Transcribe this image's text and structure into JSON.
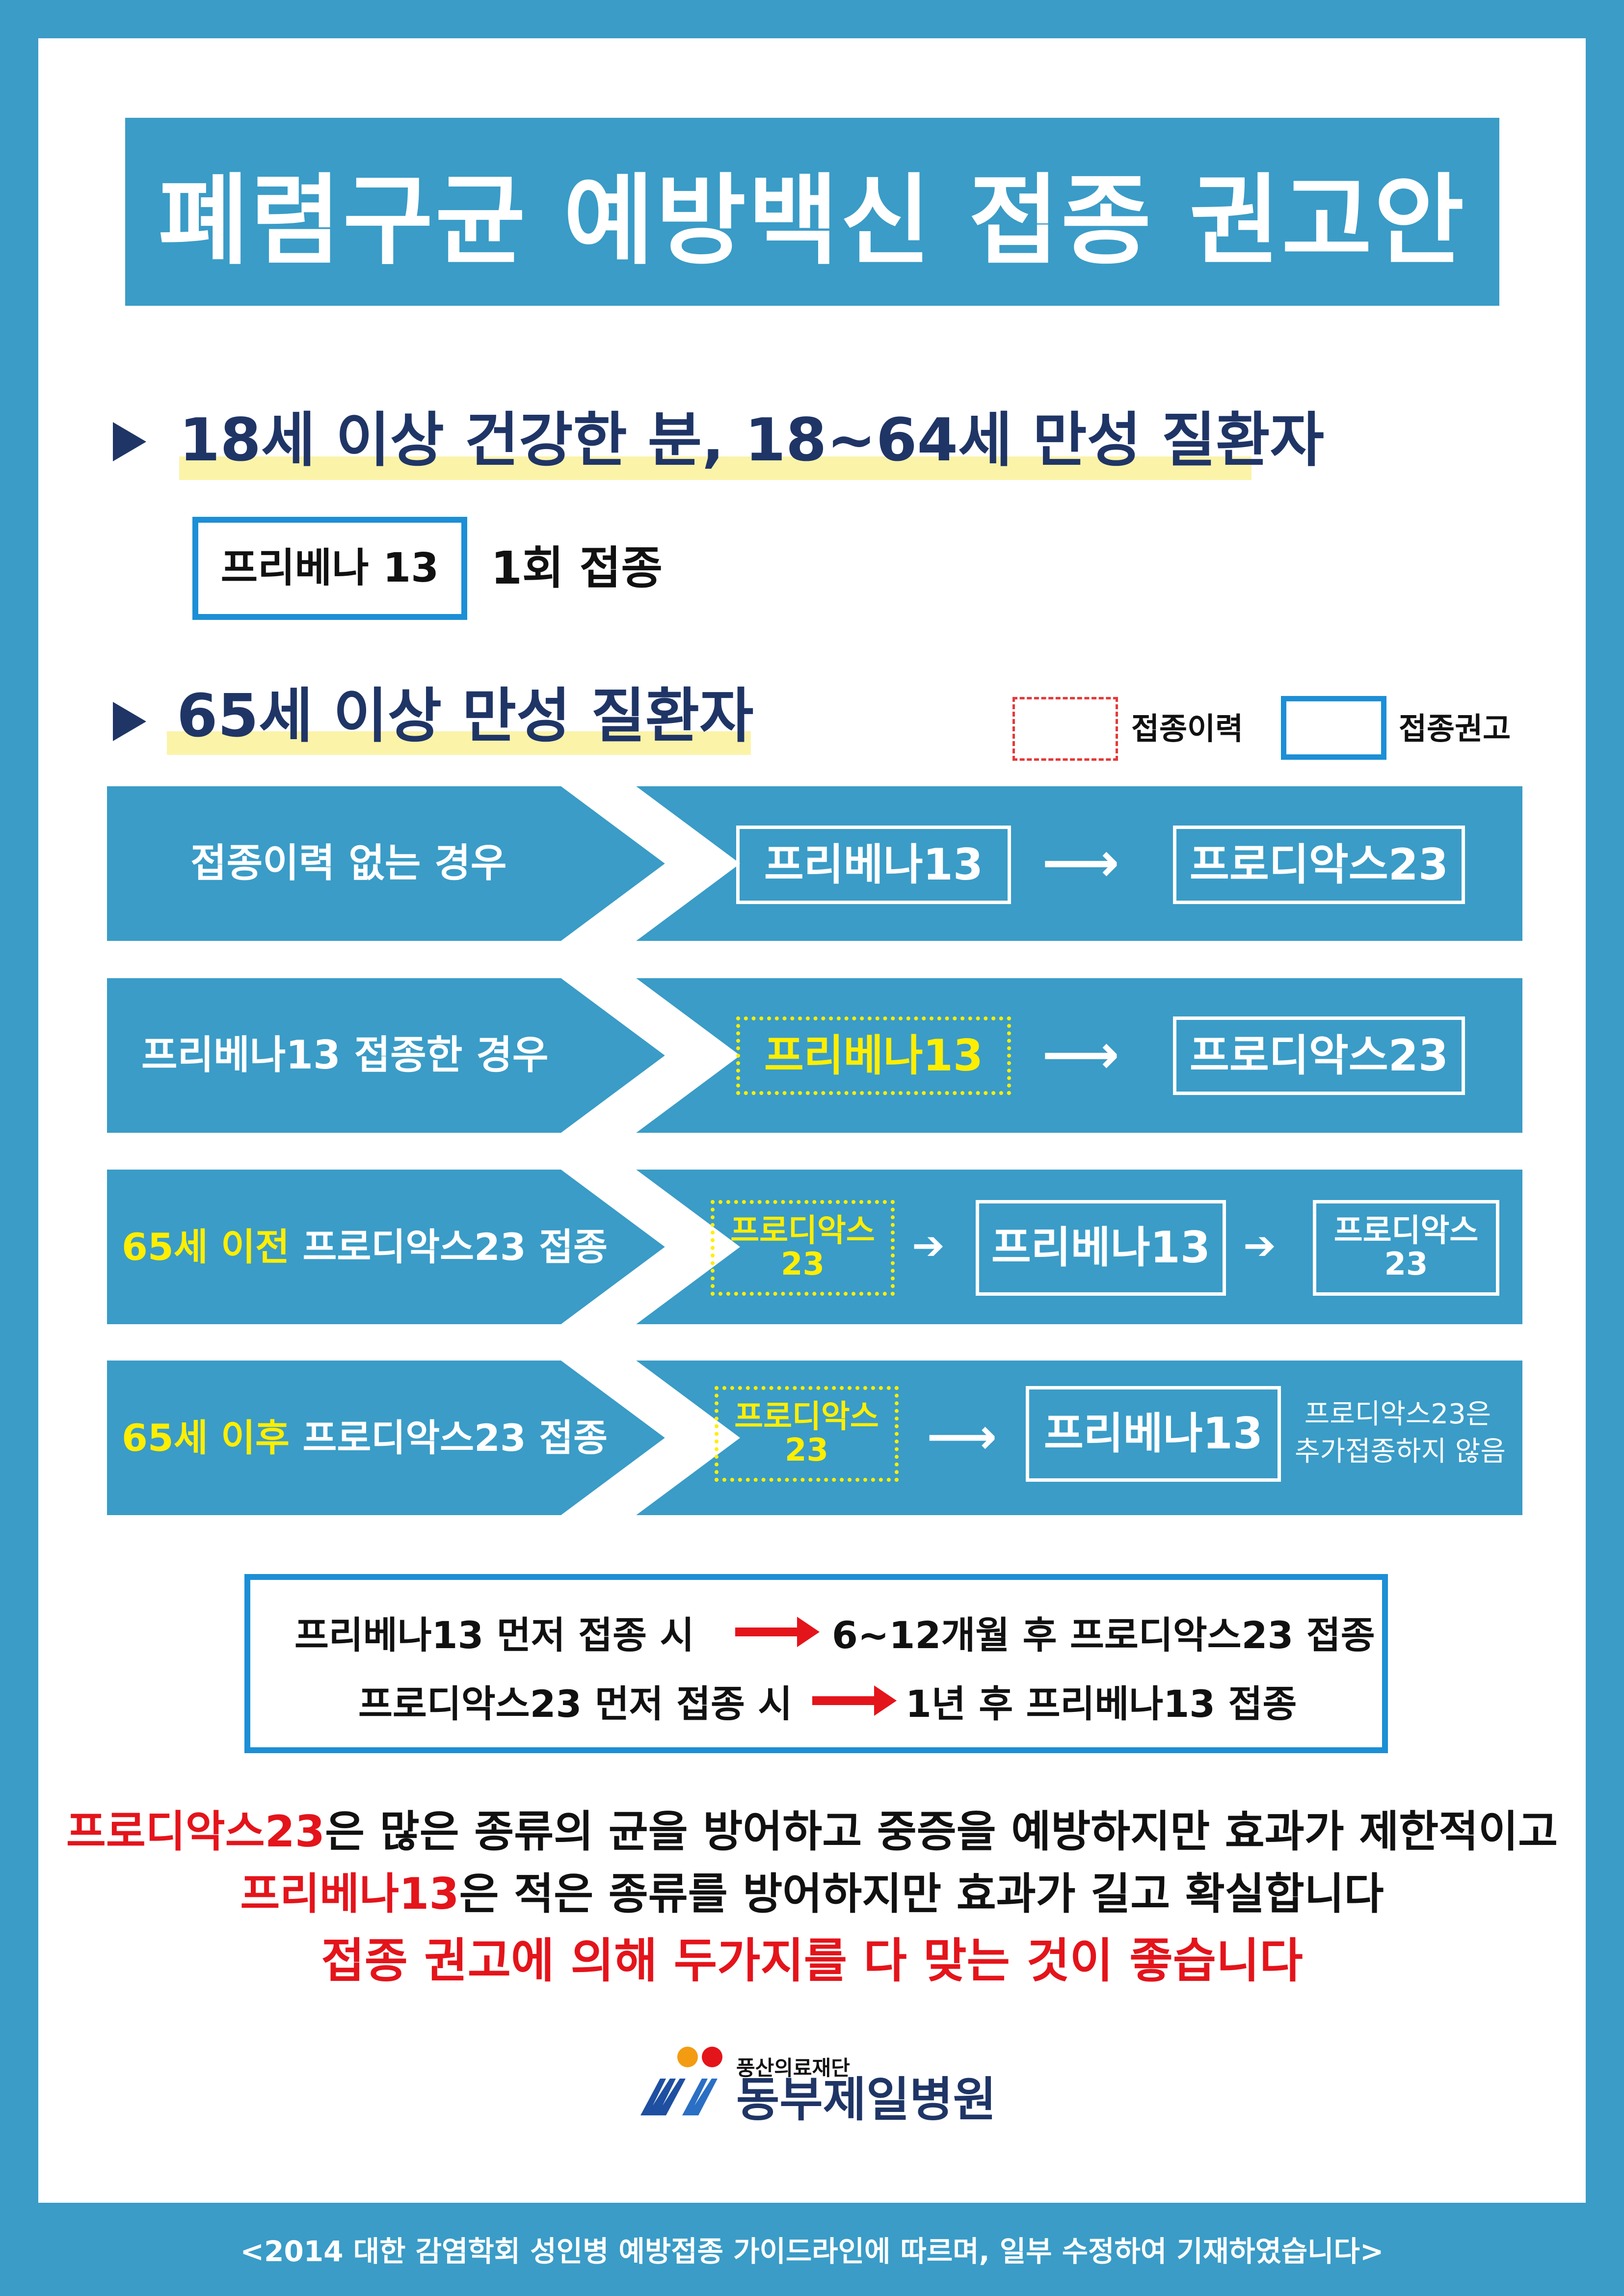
{
  "title": "폐렴구균 예방백신 접종 권고안",
  "section1": {
    "heading": "18세 이상 건강한 분, 18~64세 만성 질환자",
    "vaccine_box": "프리베나 13",
    "dose_text": "1회 접종"
  },
  "section2": {
    "heading": "65세 이상 만성 질환자",
    "legend": {
      "history_label": "접종이력",
      "recommend_label": "접종권고"
    }
  },
  "rows": [
    {
      "label": "접종이력 없는 경우",
      "label_prefix": "",
      "step1": "프리베나13",
      "step2": "프로디악스23"
    },
    {
      "label": "프리베나13 접종한 경우",
      "label_prefix": "",
      "step1": "프리베나13",
      "step2": "프로디악스23"
    },
    {
      "label_prefix": "65세 이전",
      "label": " 프로디악스23 접종",
      "step1_line1": "프로디악스",
      "step1_line2": "23",
      "step2": "프리베나13",
      "step3_line1": "프로디악스",
      "step3_line2": "23"
    },
    {
      "label_prefix": "65세 이후",
      "label": " 프로디악스23 접종",
      "step1_line1": "프로디악스",
      "step1_line2": "23",
      "step2": "프리베나13",
      "note_line1": "프로디악스23은",
      "note_line2": "추가접종하지 않음"
    }
  ],
  "interval_note": {
    "line1_left": "프리베나13 먼저 접종 시",
    "line1_right": "6~12개월 후 프로디악스23 접종",
    "line2_left": "프로디악스23 먼저 접종 시",
    "line2_right": "1년 후 프리베나13 접종"
  },
  "summary": {
    "line1_red": "프로디악스23",
    "line1_rest": "은 많은 종류의 균을 방어하고 중증을 예방하지만 효과가 제한적이고",
    "line2_red": "프리베나13",
    "line2_rest": "은 적은 종류를 방어하지만 효과가 길고 확실합니다",
    "line3": "접종 권고에 의해 두가지를 다 맞는 것이 좋습니다"
  },
  "logo": {
    "foundation": "풍산의료재단",
    "hospital": "동부제일병원"
  },
  "footer": "<2014 대한 감염학회 성인병 예방접종 가이드라인에 따르며, 일부 수정하여 기재하였습니다>",
  "colors": {
    "frame": "#3a9cc7",
    "heading": "#1f3566",
    "highlight": "#fbf3a8",
    "accent_blue": "#1c8fd6",
    "yellow": "#ffee00",
    "red": "#e4141b"
  }
}
